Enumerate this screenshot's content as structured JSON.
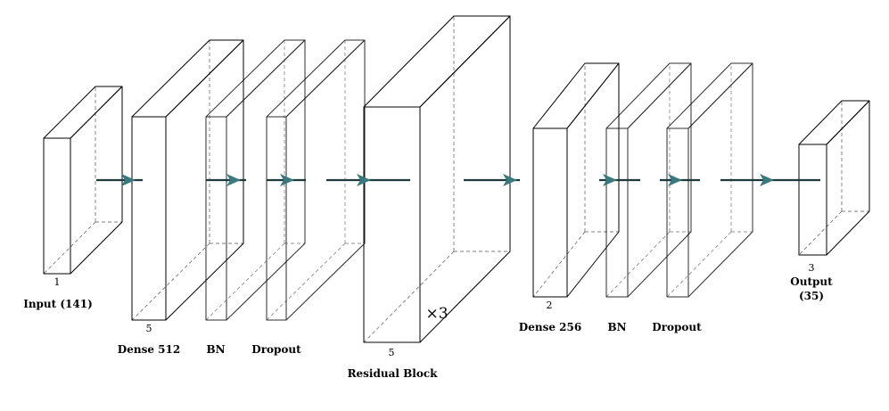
{
  "colors": {
    "dense": "#d4c2ee",
    "bn": "#c8fcc8",
    "dropout": "#e3898a",
    "residual": "#fcd7fc",
    "arrow_line": "#1f3a3d",
    "arrow_head": "#3a7a7e"
  },
  "layers": [
    {
      "id": "input",
      "kind": "dense",
      "label": "Input (141)",
      "dim": "1"
    },
    {
      "id": "dense512",
      "kind": "dense",
      "label": "Dense 512",
      "dim": "5"
    },
    {
      "id": "bn1",
      "kind": "bn",
      "label": "BN",
      "dim": ""
    },
    {
      "id": "dropout1",
      "kind": "dropout",
      "label": "Dropout",
      "dim": ""
    },
    {
      "id": "residual",
      "kind": "residual",
      "label": "Residual Block",
      "dim": "5",
      "repeat": "×3"
    },
    {
      "id": "dense256",
      "kind": "dense",
      "label": "Dense 256",
      "dim": "2"
    },
    {
      "id": "bn2",
      "kind": "bn",
      "label": "BN",
      "dim": ""
    },
    {
      "id": "dropout2",
      "kind": "dropout",
      "label": "Dropout",
      "dim": ""
    },
    {
      "id": "output",
      "kind": "dense",
      "label": "Output (35)",
      "label_lines": [
        "Output",
        "(35)"
      ],
      "dim": "3"
    }
  ]
}
